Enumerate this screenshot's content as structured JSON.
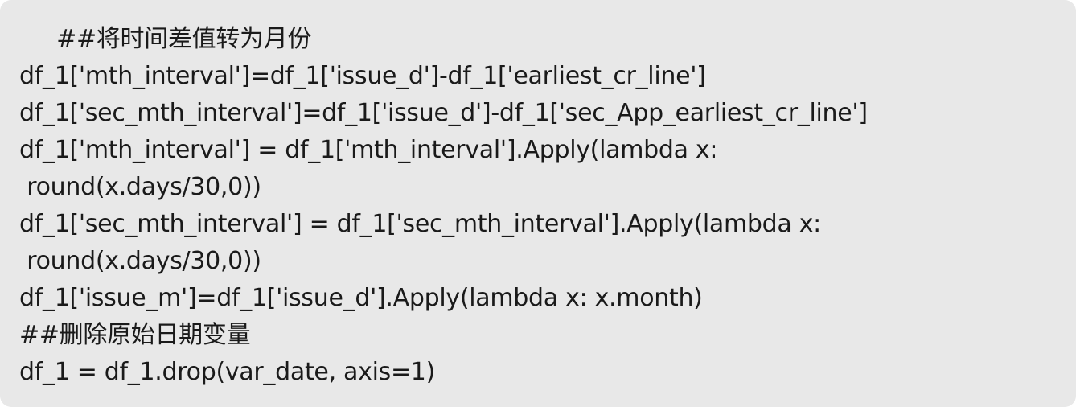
{
  "code_block": {
    "lines": [
      "     ##将时间差值转为月份",
      "df_1['mth_interval']=df_1['issue_d']-df_1['earliest_cr_line']",
      "df_1['sec_mth_interval']=df_1['issue_d']-df_1['sec_App_earliest_cr_line']",
      "df_1['mth_interval'] = df_1['mth_interval'].Apply(lambda x:",
      " round(x.days/30,0))",
      "df_1['sec_mth_interval'] = df_1['sec_mth_interval'].Apply(lambda x:",
      " round(x.days/30,0))",
      "df_1['issue_m']=df_1['issue_d'].Apply(lambda x: x.month)",
      "##删除原始日期变量",
      "df_1 = df_1.drop(var_date, axis=1)"
    ]
  },
  "colors": {
    "background": "#e8e8e8",
    "text": "#1a1a1a"
  }
}
